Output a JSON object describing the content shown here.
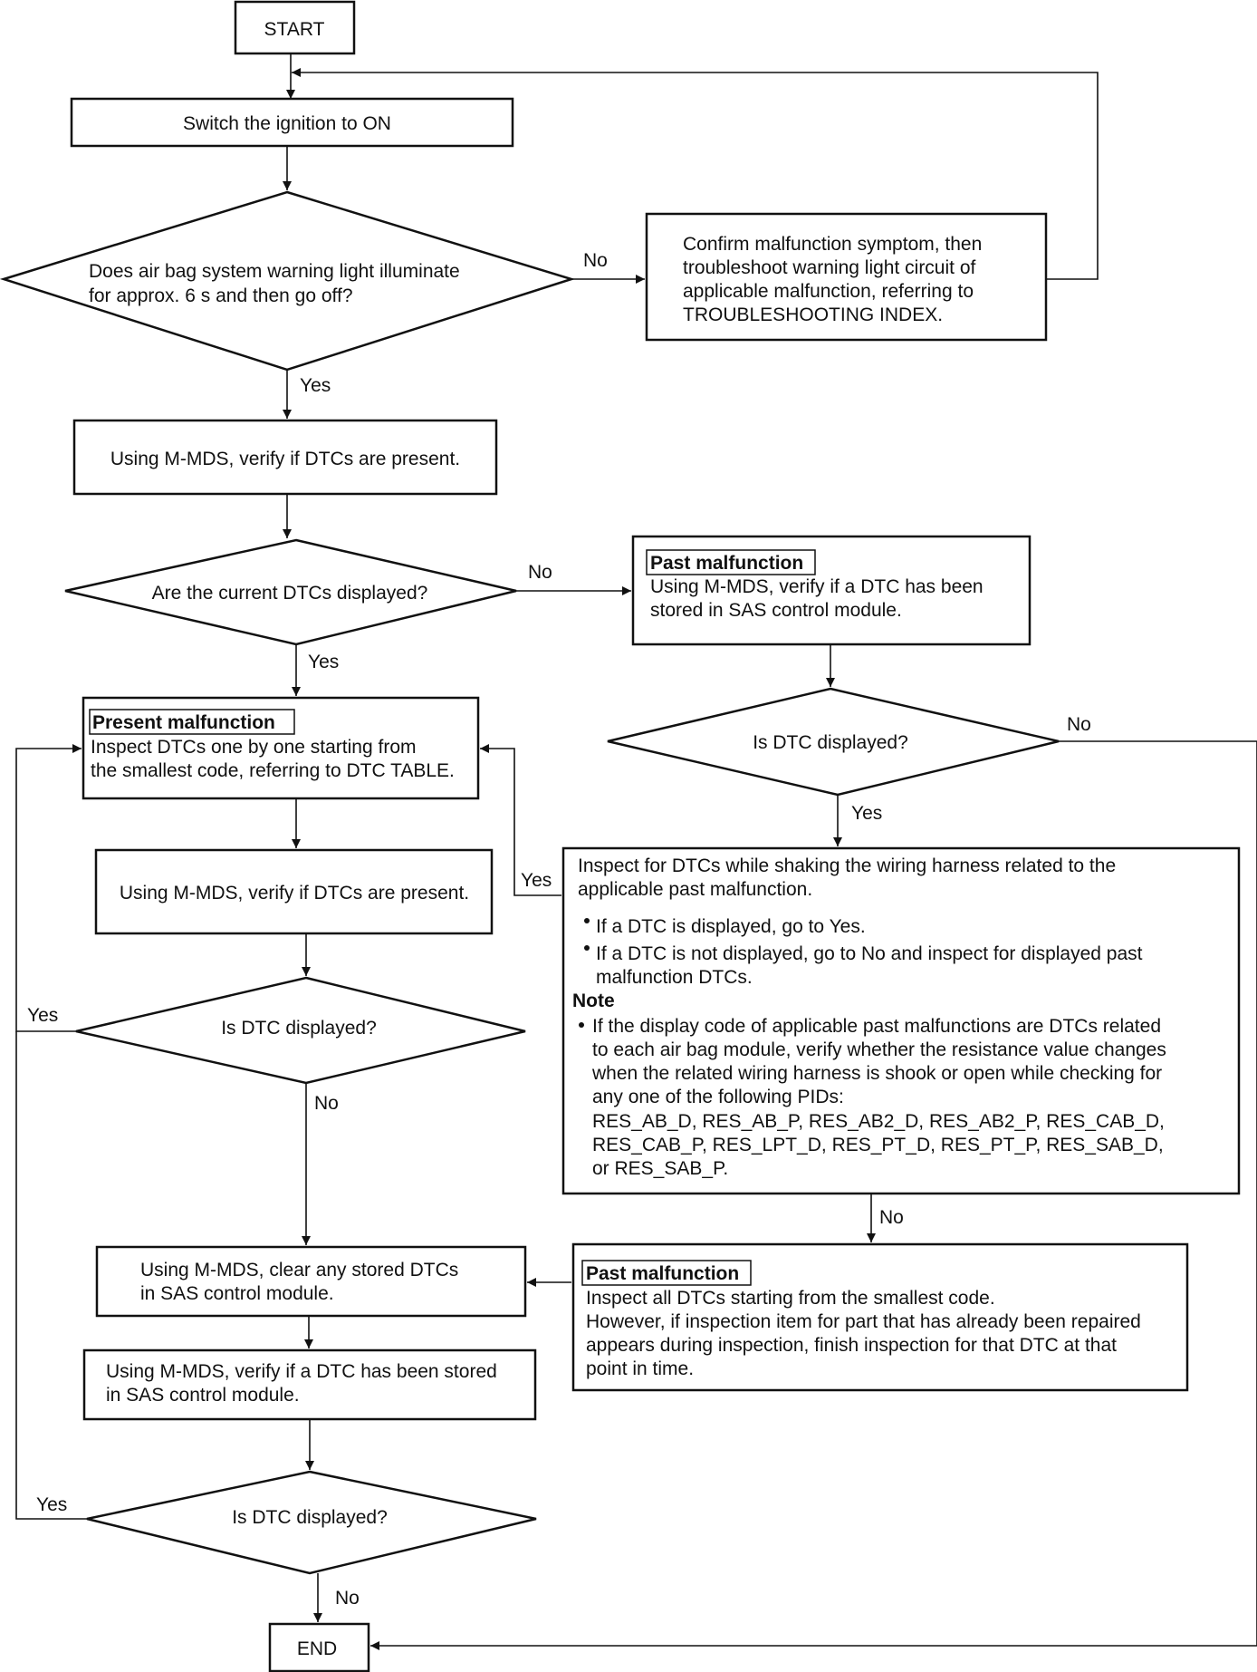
{
  "start": "START",
  "ign_on": "Switch the ignition to ON",
  "d_warning": {
    "line1": "Does air bag system warning light illuminate",
    "line2_pre": "for ",
    "line2_bold": "approx. 6 s",
    "line2_post": " and then go off?"
  },
  "confirm": [
    "Confirm malfunction symptom, then",
    "troubleshoot warning light circuit of",
    "applicable malfunction, referring to",
    "TROUBLESHOOTING INDEX."
  ],
  "verify1": "Using M-MDS, verify if DTCs are present.",
  "d_current": "Are the current DTCs displayed?",
  "past1": {
    "title": "Past malfunction",
    "lines": [
      "Using M-MDS, verify if a DTC has been",
      "stored in SAS control module."
    ]
  },
  "d_dtc1": "Is DTC displayed?",
  "present": {
    "title": "Present malfunction",
    "lines": [
      "Inspect DTCs one by one starting from",
      "the smallest code, referring to DTC TABLE."
    ]
  },
  "verify2": "Using M-MDS, verify if DTCs are present.",
  "shake": {
    "intro": [
      "Inspect for DTCs while shaking the wiring harness related to the",
      "applicable past malfunction."
    ],
    "bullet1": "If a DTC is displayed, go to Yes.",
    "bullet2": [
      "If a DTC is not displayed, go to No and inspect for displayed past",
      "malfunction DTCs."
    ],
    "note_title": "Note",
    "note": [
      "If the display code of applicable past malfunctions are DTCs related",
      "to each air bag module, verify whether the resistance value changes",
      "when the related wiring harness is shook or open while checking for",
      "any one of the following PIDs:",
      "RES_AB_D, RES_AB_P, RES_AB2_D, RES_AB2_P, RES_CAB_D,",
      "RES_CAB_P, RES_LPT_D,  RES_PT_D, RES_PT_P, RES_SAB_D,",
      "or RES_SAB_P."
    ]
  },
  "d_dtc2": "Is DTC displayed?",
  "clear": [
    "Using M-MDS, clear any stored DTCs",
    "in SAS control module."
  ],
  "past2": {
    "title": "Past malfunction",
    "lines": [
      "Inspect all DTCs starting from the smallest code.",
      "However, if inspection item for part that has already been repaired",
      "appears during inspection, finish inspection for that DTC at that",
      "point in time."
    ]
  },
  "verify3": [
    "Using M-MDS, verify if a DTC has been stored",
    "in SAS control module."
  ],
  "d_dtc3": "Is DTC displayed?",
  "end": "END",
  "labels": {
    "yes": "Yes",
    "no": "No"
  }
}
